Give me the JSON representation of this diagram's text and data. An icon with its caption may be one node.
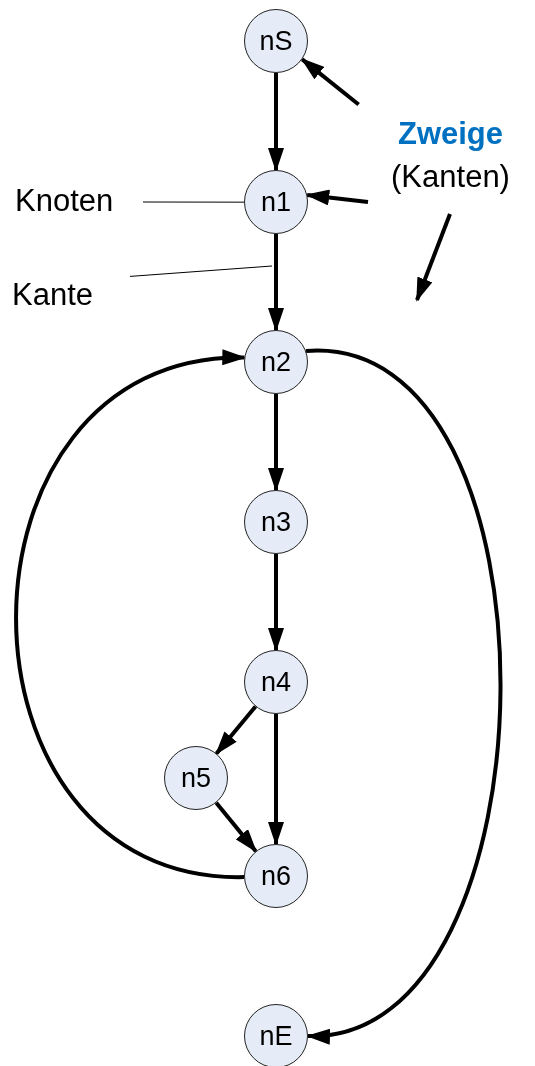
{
  "diagram": {
    "nodes": [
      {
        "text": [
          "nS"
        ]
      },
      {
        "text": [
          "Zweige",
          "(Kanten)"
        ]
      },
      {
        "text": [
          "Knoten"
        ]
      },
      {
        "text": [
          "n1"
        ]
      },
      {
        "text": [
          "Kante"
        ]
      },
      {
        "text": [
          "n2"
        ]
      },
      {
        "text": [
          "n3"
        ]
      },
      {
        "text": [
          "n4"
        ]
      },
      {
        "text": [
          "n5"
        ]
      },
      {
        "text": [
          "n6"
        ]
      },
      {
        "text": [
          "nE"
        ]
      }
    ],
    "edges": [
      {
        "from": 0,
        "to": 3,
        "arrow": "to"
      },
      {
        "from": 3,
        "to": 5,
        "arrow": "to"
      },
      {
        "from": 5,
        "to": 6,
        "arrow": "to"
      },
      {
        "from": 6,
        "to": 7,
        "arrow": "to"
      },
      {
        "from": 7,
        "to": 8,
        "arrow": "to"
      },
      {
        "from": 7,
        "to": 9,
        "arrow": "to"
      },
      {
        "from": 8,
        "to": 9,
        "arrow": "to"
      },
      {
        "from": 9,
        "to": 5,
        "arrow": "to"
      },
      {
        "from": 5,
        "to": 10,
        "arrow": "to"
      },
      {
        "from": 1,
        "to": 0,
        "arrow": "to"
      },
      {
        "from": 1,
        "to": 3,
        "arrow": "to"
      },
      {
        "from": 1,
        "to": null,
        "arrow": "to"
      },
      {
        "from": 2,
        "to": 3,
        "arrow": "none"
      },
      {
        "from": 4,
        "to": null,
        "arrow": "none"
      }
    ]
  }
}
